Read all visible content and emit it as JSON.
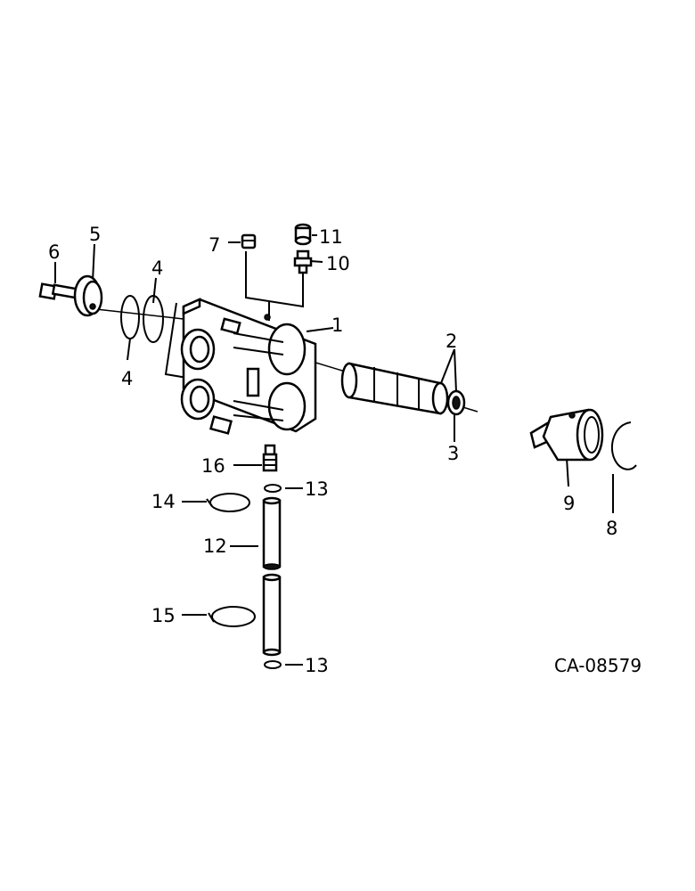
{
  "diagram": {
    "drawing_code": "CA-08579",
    "callouts": {
      "c1": "1",
      "c2": "2",
      "c3": "3",
      "c4a": "4",
      "c4b": "4",
      "c5": "5",
      "c6": "6",
      "c7": "7",
      "c8": "8",
      "c9": "9",
      "c10": "10",
      "c11": "11",
      "c12": "12",
      "c13a": "13",
      "c13b": "13",
      "c14": "14",
      "c15": "15",
      "c16": "16"
    }
  }
}
